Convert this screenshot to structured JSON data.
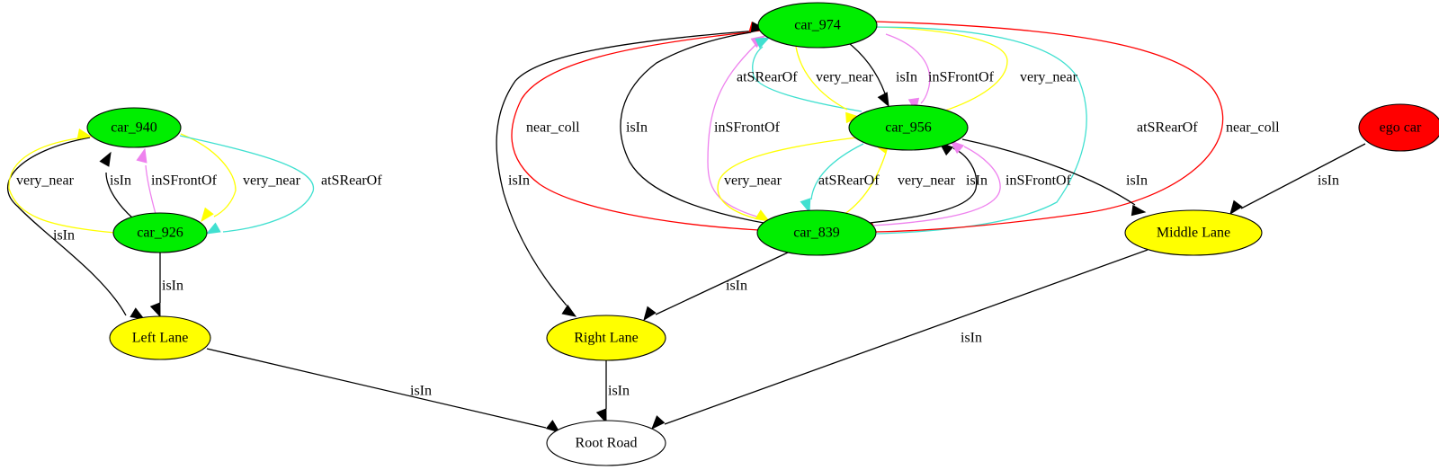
{
  "colors": {
    "car": "#00ee00",
    "lane": "#ffff00",
    "ego": "#ff0000",
    "road": "#ffffff",
    "isIn": "#000000",
    "very_near": "#ffff00",
    "inSFrontOf": "#ee82ee",
    "atSRearOf": "#40e0d0",
    "near_coll": "#ff0000"
  },
  "nodes": [
    {
      "id": "car_974",
      "label": "car_974",
      "kind": "car"
    },
    {
      "id": "car_940",
      "label": "car_940",
      "kind": "car"
    },
    {
      "id": "car_956",
      "label": "car_956",
      "kind": "car"
    },
    {
      "id": "car_926",
      "label": "car_926",
      "kind": "car"
    },
    {
      "id": "car_839",
      "label": "car_839",
      "kind": "car"
    },
    {
      "id": "ego",
      "label": "ego car",
      "kind": "ego"
    },
    {
      "id": "middle_lane",
      "label": "Middle Lane",
      "kind": "lane"
    },
    {
      "id": "left_lane",
      "label": "Left Lane",
      "kind": "lane"
    },
    {
      "id": "right_lane",
      "label": "Right Lane",
      "kind": "lane"
    },
    {
      "id": "root_road",
      "label": "Root Road",
      "kind": "road"
    }
  ],
  "edges": [
    {
      "id": "e01",
      "from": "car_940",
      "to": "left_lane",
      "label": "isIn",
      "relation": "isIn"
    },
    {
      "id": "e02",
      "from": "car_926",
      "to": "car_940",
      "label": "very_near",
      "relation": "very_near"
    },
    {
      "id": "e03",
      "from": "car_926",
      "to": "car_940",
      "label": "isIn",
      "relation": "isIn"
    },
    {
      "id": "e04",
      "from": "car_926",
      "to": "car_940",
      "label": "inSFrontOf",
      "relation": "inSFrontOf"
    },
    {
      "id": "e05",
      "from": "car_940",
      "to": "car_926",
      "label": "very_near",
      "relation": "very_near"
    },
    {
      "id": "e06",
      "from": "car_940",
      "to": "car_926",
      "label": "atSRearOf",
      "relation": "atSRearOf"
    },
    {
      "id": "e07",
      "from": "car_926",
      "to": "left_lane",
      "label": "isIn",
      "relation": "isIn"
    },
    {
      "id": "e08",
      "from": "left_lane",
      "to": "root_road",
      "label": "isIn",
      "relation": "isIn"
    },
    {
      "id": "e09",
      "from": "car_974",
      "to": "right_lane",
      "label": "isIn",
      "relation": "isIn"
    },
    {
      "id": "e10",
      "from": "car_839",
      "to": "car_974",
      "label": "near_coll",
      "relation": "near_coll"
    },
    {
      "id": "e11",
      "from": "car_839",
      "to": "car_974",
      "label": "isIn",
      "relation": "isIn"
    },
    {
      "id": "e12",
      "from": "car_839",
      "to": "car_974",
      "label": "inSFrontOf",
      "relation": "inSFrontOf"
    },
    {
      "id": "e13",
      "from": "car_956",
      "to": "car_974",
      "label": "atSRearOf",
      "relation": "atSRearOf"
    },
    {
      "id": "e14",
      "from": "car_974",
      "to": "car_956",
      "label": "very_near",
      "relation": "very_near"
    },
    {
      "id": "e15",
      "from": "car_974",
      "to": "car_956",
      "label": "isIn",
      "relation": "isIn"
    },
    {
      "id": "e16",
      "from": "car_974",
      "to": "car_956",
      "label": "inSFrontOf",
      "relation": "inSFrontOf"
    },
    {
      "id": "e17",
      "from": "car_956",
      "to": "car_974",
      "label": "very_near",
      "relation": "very_near"
    },
    {
      "id": "e18",
      "from": "car_974",
      "to": "car_839",
      "label": "atSRearOf",
      "relation": "atSRearOf"
    },
    {
      "id": "e19",
      "from": "car_974",
      "to": "car_839",
      "label": "near_coll",
      "relation": "near_coll"
    },
    {
      "id": "e20",
      "from": "car_956",
      "to": "car_839",
      "label": "very_near",
      "relation": "very_near"
    },
    {
      "id": "e21",
      "from": "car_956",
      "to": "car_839",
      "label": "atSRearOf",
      "relation": "atSRearOf"
    },
    {
      "id": "e22",
      "from": "car_839",
      "to": "car_956",
      "label": "very_near",
      "relation": "very_near"
    },
    {
      "id": "e23",
      "from": "car_839",
      "to": "car_956",
      "label": "isIn",
      "relation": "isIn"
    },
    {
      "id": "e24",
      "from": "car_839",
      "to": "car_956",
      "label": "inSFrontOf",
      "relation": "inSFrontOf"
    },
    {
      "id": "e25",
      "from": "car_956",
      "to": "middle_lane",
      "label": "isIn",
      "relation": "isIn"
    },
    {
      "id": "e26",
      "from": "ego",
      "to": "middle_lane",
      "label": "isIn",
      "relation": "isIn"
    },
    {
      "id": "e27",
      "from": "car_839",
      "to": "right_lane",
      "label": "isIn",
      "relation": "isIn"
    },
    {
      "id": "e28",
      "from": "right_lane",
      "to": "root_road",
      "label": "isIn",
      "relation": "isIn"
    },
    {
      "id": "e29",
      "from": "middle_lane",
      "to": "root_road",
      "label": "isIn",
      "relation": "isIn"
    }
  ]
}
